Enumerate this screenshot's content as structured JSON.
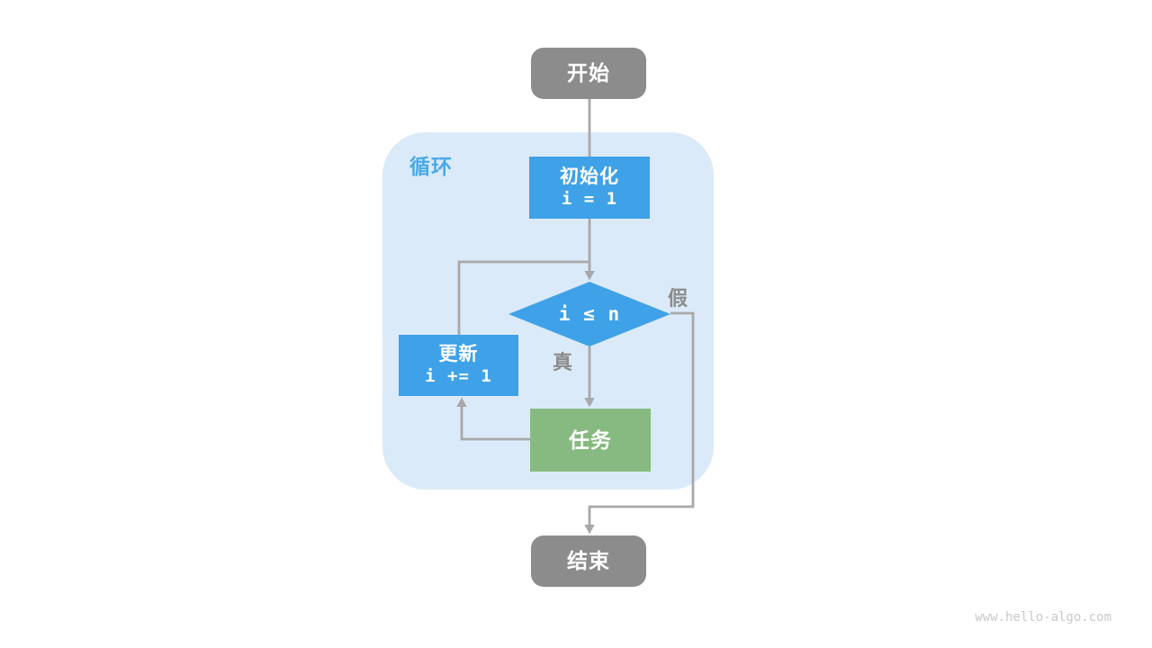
{
  "diagram": {
    "loop_label": "循环",
    "nodes": {
      "start": {
        "label": "开始"
      },
      "init": {
        "label": "初始化",
        "code": "i = 1"
      },
      "condition": {
        "code": "i ≤ n"
      },
      "update": {
        "label": "更新",
        "code": "i += 1"
      },
      "task": {
        "label": "任务"
      },
      "end": {
        "label": "结束"
      }
    },
    "edge_labels": {
      "true_branch": "真",
      "false_branch": "假"
    },
    "colors": {
      "node_gray": "#8c8c8c",
      "node_blue": "#3fa2e8",
      "node_green": "#87ba80",
      "loop_bg": "#dbeaf8",
      "loop_label": "#4aa9e8",
      "line": "#a8a8a8",
      "edge_label": "#8c8c8c",
      "watermark": "#c9c9c9"
    },
    "watermark": "www.hello-algo.com"
  }
}
